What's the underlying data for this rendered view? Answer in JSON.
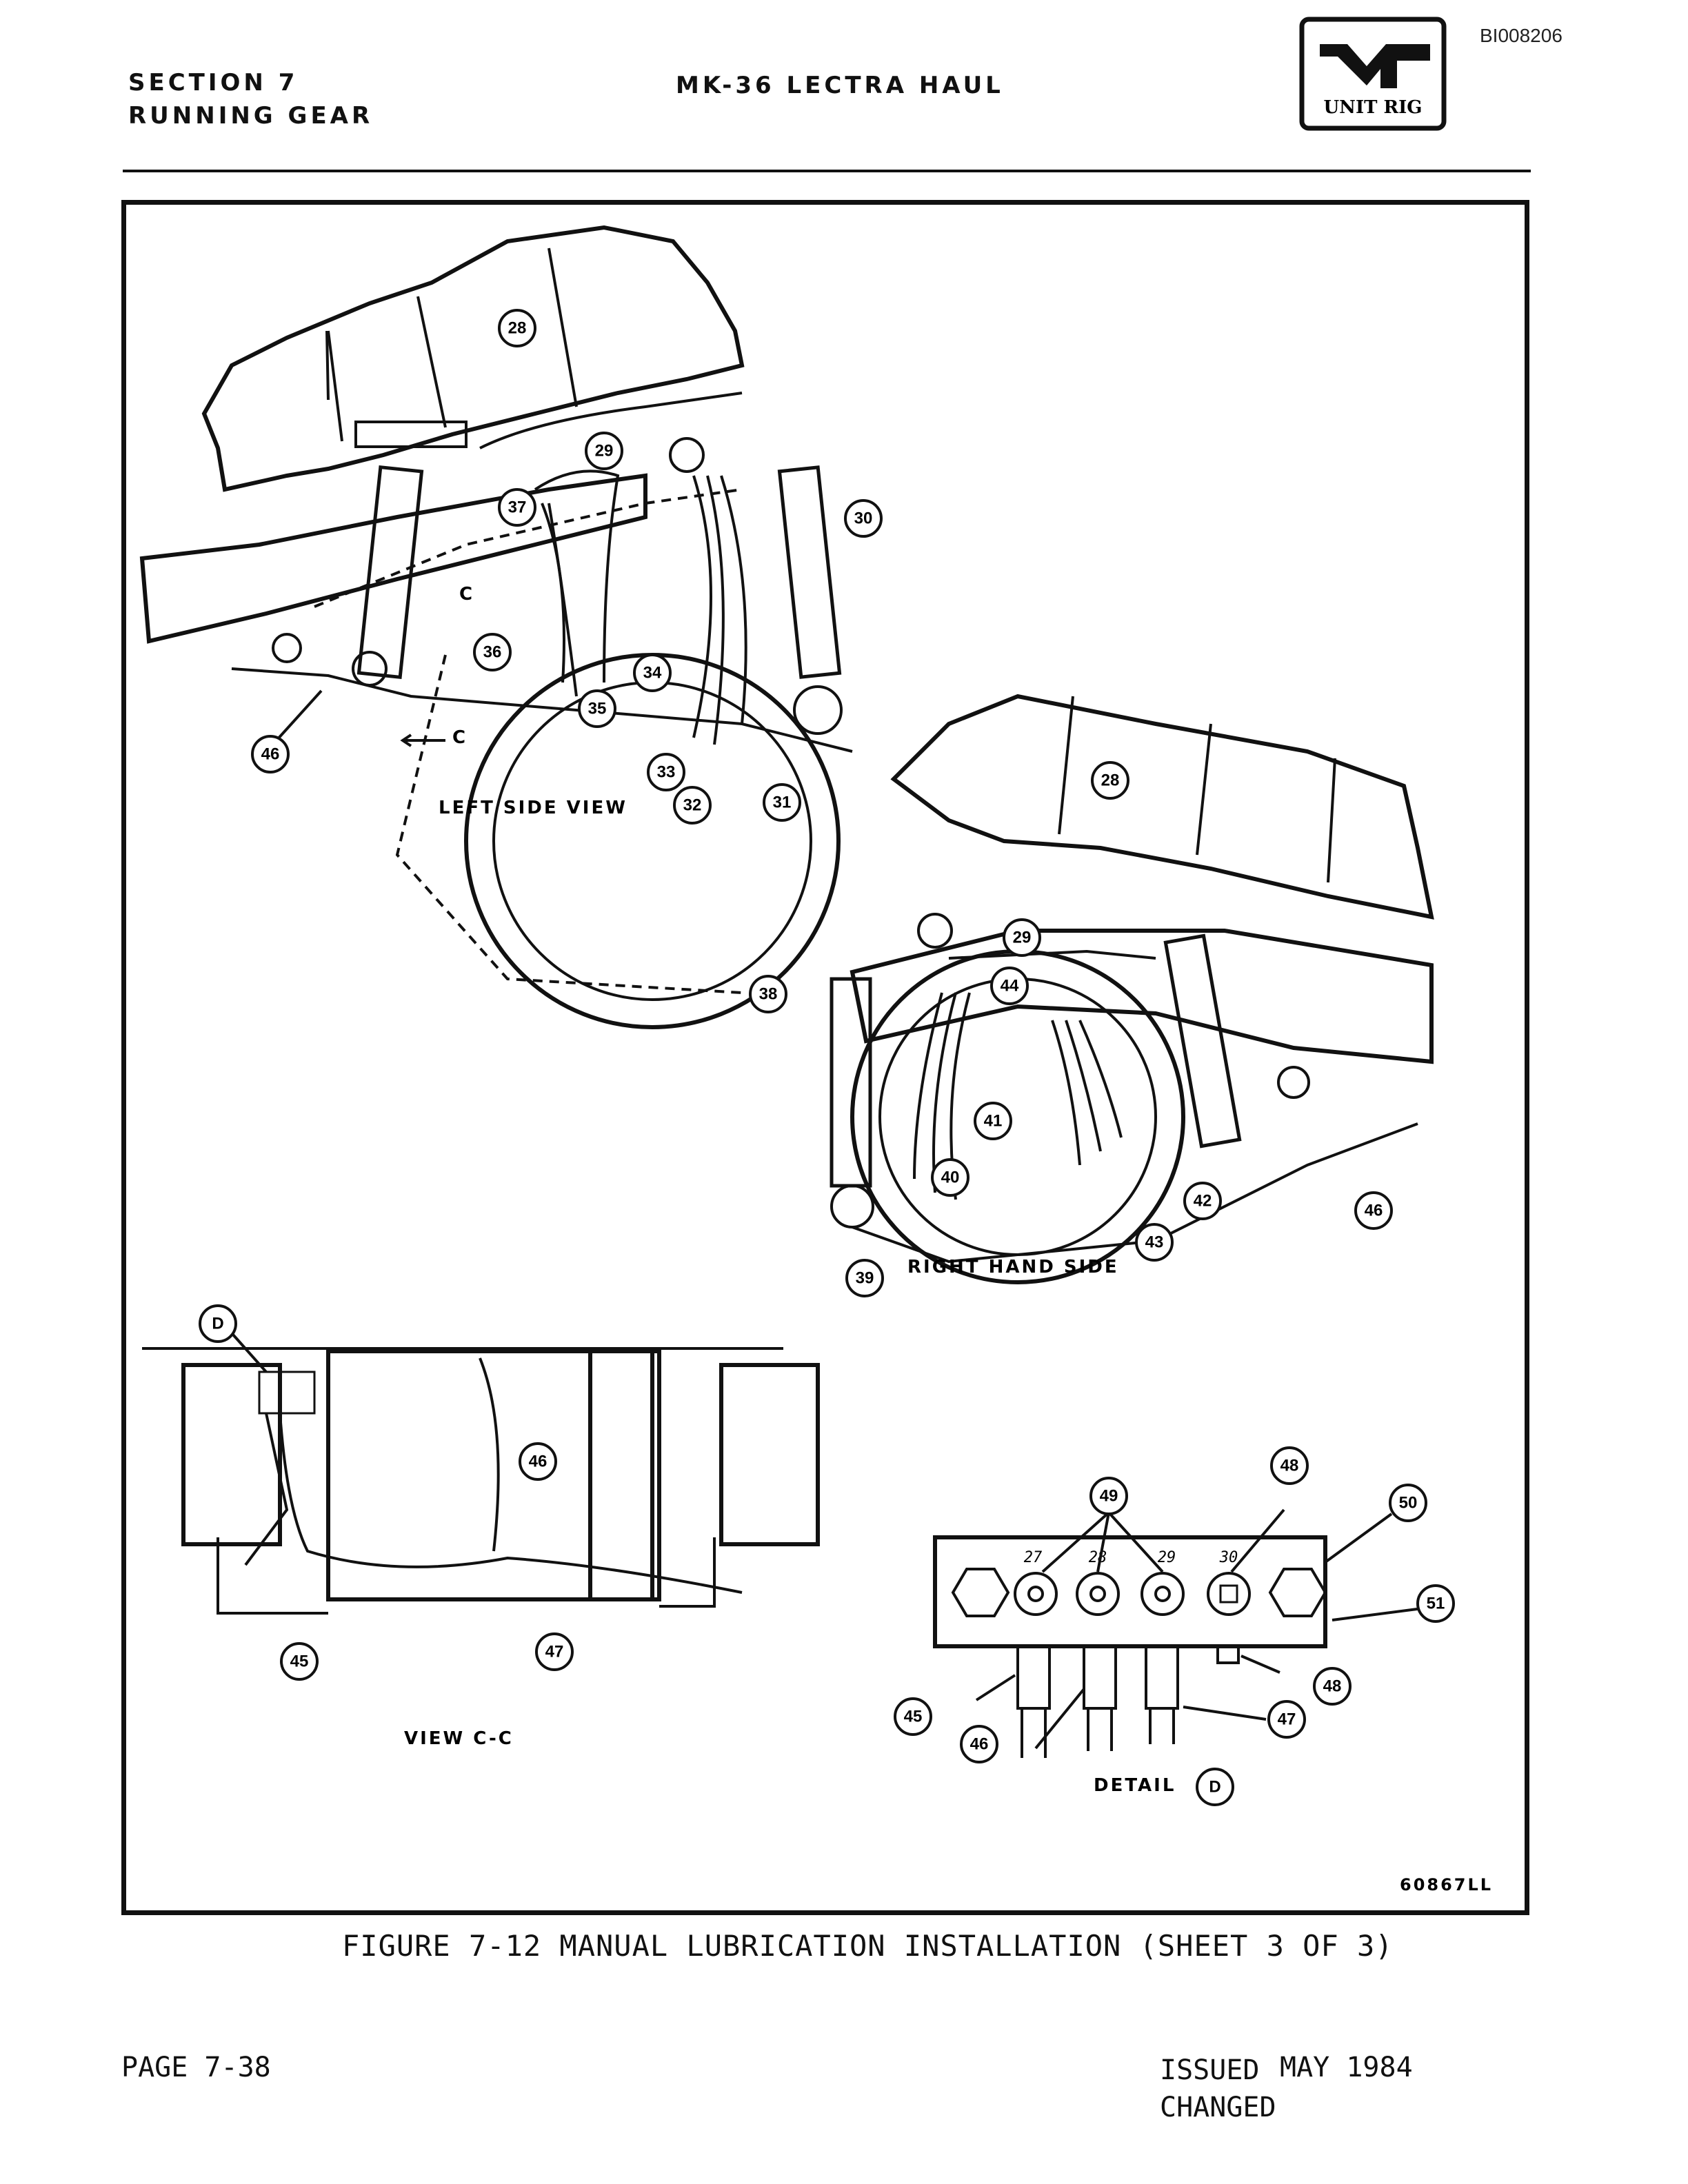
{
  "document_id": "BI008206",
  "header": {
    "section": "SECTION 7",
    "subsection": "RUNNING GEAR",
    "title": "MK-36 LECTRA HAUL",
    "logo_text": "UNIT RIG"
  },
  "figure": {
    "views": {
      "left": "LEFT SIDE VIEW",
      "right": "RIGHT HAND SIDE",
      "section": "VIEW C-C",
      "detail": "DETAIL",
      "detail_letter": "D",
      "section_marker": "C",
      "section_marker2": "C"
    },
    "port_numbers": [
      "27",
      "28",
      "29",
      "30"
    ],
    "drawing_number": "60867LL",
    "callouts": [
      "28",
      "29",
      "30",
      "31",
      "32",
      "33",
      "34",
      "35",
      "36",
      "37",
      "38",
      "39",
      "40",
      "41",
      "42",
      "43",
      "44",
      "45",
      "46",
      "47",
      "48",
      "49",
      "50",
      "51"
    ],
    "caption": "FIGURE 7-12 MANUAL LUBRICATION INSTALLATION (SHEET 3 OF 3)"
  },
  "footer": {
    "page": "PAGE 7-38",
    "issued_label": "ISSUED",
    "issued_date": "MAY 1984",
    "changed_label": "CHANGED"
  }
}
